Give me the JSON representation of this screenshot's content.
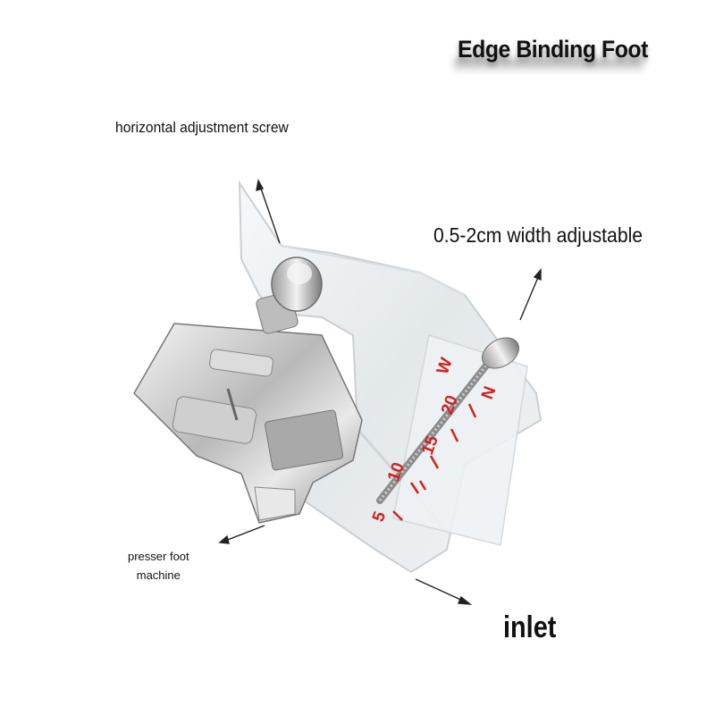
{
  "title": "Edge Binding Foot",
  "labels": {
    "horizontal_screw": "horizontal adjustment screw",
    "width_adjustable": "0.5-2cm width adjustable",
    "presser_foot_line1": "presser foot",
    "presser_foot_line2": "machine",
    "inlet": "inlet"
  },
  "scale": {
    "markings": [
      "5",
      "10",
      "15",
      "20",
      "W",
      "N"
    ]
  },
  "colors": {
    "background": "#ffffff",
    "text": "#111111",
    "scale_red": "#d42020",
    "metal": "#c8c8c8"
  }
}
